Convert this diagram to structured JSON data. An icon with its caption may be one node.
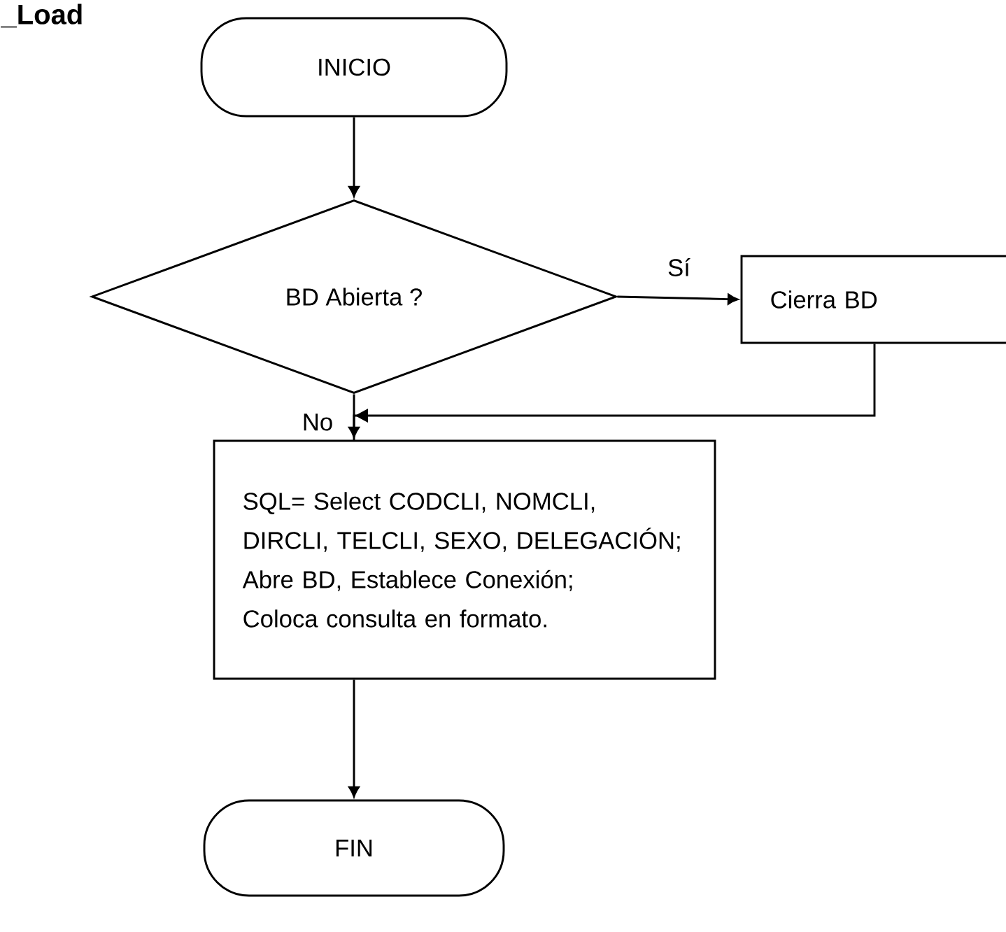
{
  "diagram": {
    "title": "_Load",
    "nodes": [
      {
        "text": [
          "INICIO"
        ]
      },
      {
        "text": [
          "BD Abierta ?"
        ]
      },
      {
        "text": [
          "Cierra BD"
        ]
      },
      {
        "text": [
          "SQL= Select CODCLI, NOMCLI, DIRCLI, TELCLI, SEXO, DELEGACIÓN;",
          "Abre BD, Establece Conexión;",
          "Coloca consulta en formato."
        ]
      },
      {
        "text": [
          "FIN"
        ]
      }
    ],
    "edges": [
      {
        "from": 0,
        "to": 1,
        "arrow": "to"
      },
      {
        "from": 1,
        "to": 2,
        "arrow": "to",
        "label": "Sí"
      },
      {
        "from": 2,
        "to": 3,
        "arrow": "to"
      },
      {
        "from": 1,
        "to": 3,
        "arrow": "to",
        "label": "No"
      },
      {
        "from": 3,
        "to": 4,
        "arrow": "to"
      }
    ]
  }
}
